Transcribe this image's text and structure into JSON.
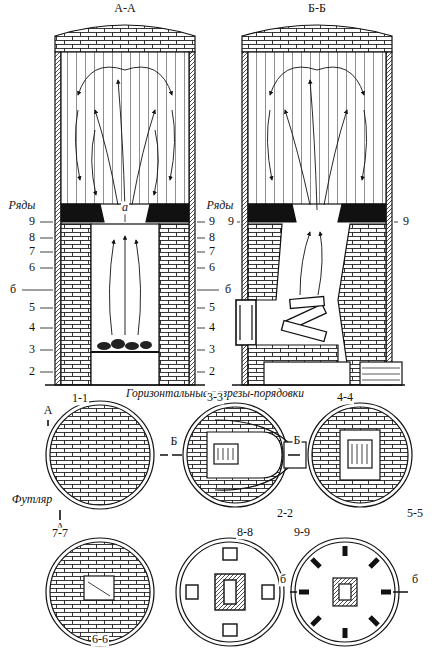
{
  "diagram": {
    "labels": [
      "А-А",
      "Б-Б",
      "Ряды",
      "Ряды",
      "9",
      "8",
      "7",
      "6",
      "б",
      "5",
      "4",
      "3",
      "2",
      "9",
      "8",
      "7",
      "6",
      "б",
      "5",
      "4",
      "3",
      "2",
      "а",
      "9",
      "9",
      "Горизонтальные разрезы-порядовки",
      "1-1",
      "3-3",
      "4-4",
      "А",
      "Б",
      "Б",
      "Футляр",
      "А",
      "2-2",
      "5-5",
      "7-7",
      "8-8",
      "9-9",
      "б",
      "б",
      "6-6"
    ]
  }
}
